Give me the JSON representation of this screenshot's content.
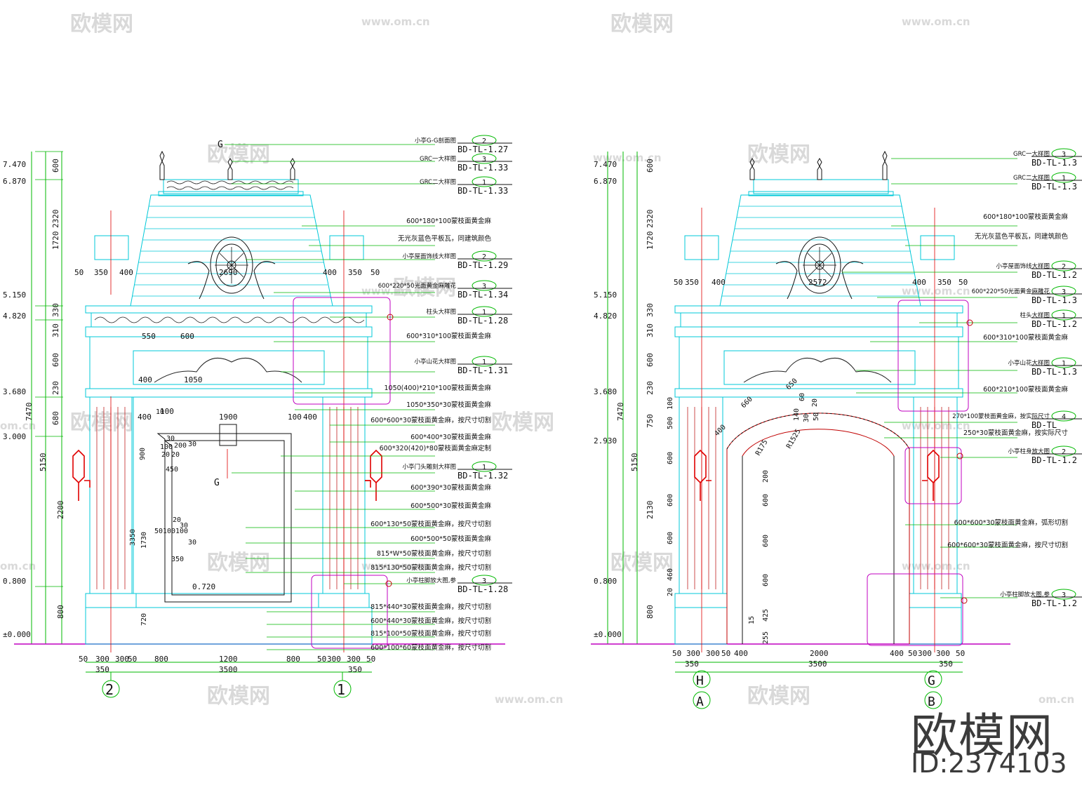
{
  "watermarks": {
    "site": "欧模网",
    "url": "www.om.cn",
    "url_short": "om.cn"
  },
  "brand": {
    "name": "欧模网",
    "id": "ID:2374103"
  },
  "colors": {
    "green": "#00b800",
    "cyan": "#00c8d8",
    "red": "#e00000",
    "magenta": "#c000c0",
    "black": "#111111"
  },
  "left": {
    "levels": [
      "7.470",
      "6.870",
      "5.150",
      "4.820",
      "3.680",
      "3.000",
      "0.800",
      "±0.000"
    ],
    "vdims": [
      "600",
      "2320",
      "1720",
      "330",
      "310",
      "600",
      "230",
      "680",
      "7470",
      "5150",
      "2200",
      "800"
    ],
    "top_dims": [
      "50",
      "350",
      "400",
      "2690",
      "400",
      "350",
      "50"
    ],
    "row_dims": [
      "550",
      "600",
      "400",
      "1050",
      "100",
      "1900",
      "400",
      "100",
      "400"
    ],
    "bottom_dims": [
      "50",
      "300",
      "300",
      "50",
      "800",
      "1200",
      "800",
      "50",
      "300",
      "300",
      "50"
    ],
    "bottom_dims2": [
      "350",
      "3500",
      "350"
    ],
    "axes": [
      "2",
      "1"
    ],
    "section_mark": "G",
    "inner_dims": [
      "10",
      "30",
      "100",
      "20",
      "20",
      "200",
      "30",
      "900",
      "450",
      "3350",
      "1730",
      "50",
      "20",
      "100",
      "100",
      "30",
      "30",
      "350",
      "720"
    ],
    "level_mark": "0.720",
    "notes": [
      {
        "text": "小亭G-G剖面图",
        "num": "2",
        "ref": "BD-TL-1.27"
      },
      {
        "text": "GRC一大样图",
        "num": "3",
        "ref": "BD-TL-1.33"
      },
      {
        "text": "GRC二大样图",
        "num": "1",
        "ref": "BD-TL-1.33"
      },
      {
        "text": "600*180*100蒙枝面黄金麻"
      },
      {
        "text": "无光灰蓝色平板瓦，同建筑颜色"
      },
      {
        "text": "小亭屋面饰线大样图",
        "num": "2",
        "ref": "BD-TL-1.29"
      },
      {
        "text": "600*220*50光面黄金麻雕花",
        "num": "3",
        "ref": "BD-TL-1.34"
      },
      {
        "text": "柱头大样图",
        "num": "1",
        "ref": "BD-TL-1.28"
      },
      {
        "text": "600*310*100蒙枝面黄金麻"
      },
      {
        "text": "小亭山花大样图",
        "num": "1",
        "ref": "BD-TL-1.31"
      },
      {
        "text": "1050(400)*210*100蒙枝面黄金麻"
      },
      {
        "text": "1050*350*30蒙枝面黄金麻"
      },
      {
        "text": "600*600*30蒙枝面黄金麻，按尺寸切割"
      },
      {
        "text": "600*400*30蒙枝面黄金麻"
      },
      {
        "text": "600*320(420)*80蒙枝面黄金麻定制"
      },
      {
        "text": "小亭门头雕刻大样图",
        "num": "1",
        "ref": "BD-TL-1.32"
      },
      {
        "text": "600*390*30蒙枝面黄金麻"
      },
      {
        "text": "600*500*30蒙枝面黄金麻"
      },
      {
        "text": "600*130*50蒙枝面黄金麻，按尺寸切割"
      },
      {
        "text": "600*500*50蒙枝面黄金麻"
      },
      {
        "text": "815*W*50蒙枝面黄金麻，按尺寸切割"
      },
      {
        "text": "815*130*50蒙枝面黄金麻，按尺寸切割"
      },
      {
        "text": "小亭柱脚放大图,参",
        "num": "3",
        "ref": "BD-TL-1.28"
      },
      {
        "text": "815*440*30蒙枝面黄金麻，按尺寸切割"
      },
      {
        "text": "600*440*30蒙枝面黄金麻，按尺寸切割"
      },
      {
        "text": "815*100*50蒙枝面黄金麻，按尺寸切割"
      },
      {
        "text": "600*100*60蒙枝面黄金麻，按尺寸切割"
      }
    ]
  },
  "right": {
    "levels": [
      "7.470",
      "6.870",
      "5.150",
      "4.820",
      "3.680",
      "2.930",
      "0.800",
      "±0.000"
    ],
    "vdims": [
      "600",
      "2320",
      "1720",
      "330",
      "310",
      "600",
      "230",
      "750",
      "7470",
      "5150",
      "2130",
      "800"
    ],
    "col_dims": [
      "100",
      "500",
      "600",
      "600",
      "600",
      "460",
      "20"
    ],
    "top_dims": [
      "50",
      "350",
      "400",
      "2572",
      "400",
      "350",
      "50"
    ],
    "arch_dims": [
      "650",
      "660",
      "400",
      "R175",
      "R1525",
      "60",
      "140",
      "30",
      "20",
      "50"
    ],
    "door_dims": [
      "200",
      "600",
      "600",
      "600",
      "425",
      "255",
      "15"
    ],
    "bottom_dims": [
      "50",
      "300",
      "300",
      "50",
      "400",
      "2000",
      "400",
      "50",
      "300",
      "300",
      "50"
    ],
    "bottom_dims2": [
      "350",
      "3500",
      "350"
    ],
    "axes_top": [
      "H",
      "G"
    ],
    "axes_bottom": [
      "A",
      "B"
    ],
    "notes": [
      {
        "text": "GRC一大样图",
        "num": "3",
        "ref": "BD-TL-1.3"
      },
      {
        "text": "GRC二大样图",
        "num": "1",
        "ref": "BD-TL-1.3"
      },
      {
        "text": "600*180*100蒙枝面黄金麻"
      },
      {
        "text": "无光灰蓝色平板瓦，同建筑颜色"
      },
      {
        "text": "小亭屋面饰线大样图",
        "num": "2",
        "ref": "BD-TL-1.2"
      },
      {
        "text": "600*220*50光面黄金麻雕花",
        "num": "3",
        "ref": "BD-TL-1.3"
      },
      {
        "text": "柱头大样图",
        "num": "1",
        "ref": "BD-TL-1.2"
      },
      {
        "text": "600*310*100蒙枝面黄金麻"
      },
      {
        "text": "小亭山花大样图",
        "num": "1",
        "ref": "BD-TL-1.3"
      },
      {
        "text": "600*210*100蒙枝面黄金麻"
      },
      {
        "text": "270*100蒙枝面黄金麻，按实际尺寸",
        "num": "4",
        "ref": "BD-TL"
      },
      {
        "text": "250*30蒙枝面黄金麻，按实际尺寸"
      },
      {
        "text": "小亭柱身放大图",
        "num": "2",
        "ref": "BD-TL-1.2"
      },
      {
        "text": "600*600*30蒙枝面黄金麻，弧形切割"
      },
      {
        "text": "600*600*30蒙枝面黄金麻，按尺寸切割"
      },
      {
        "text": "小亭柱脚放大图,参",
        "num": "3",
        "ref": "BD-TL-1.2"
      }
    ]
  }
}
